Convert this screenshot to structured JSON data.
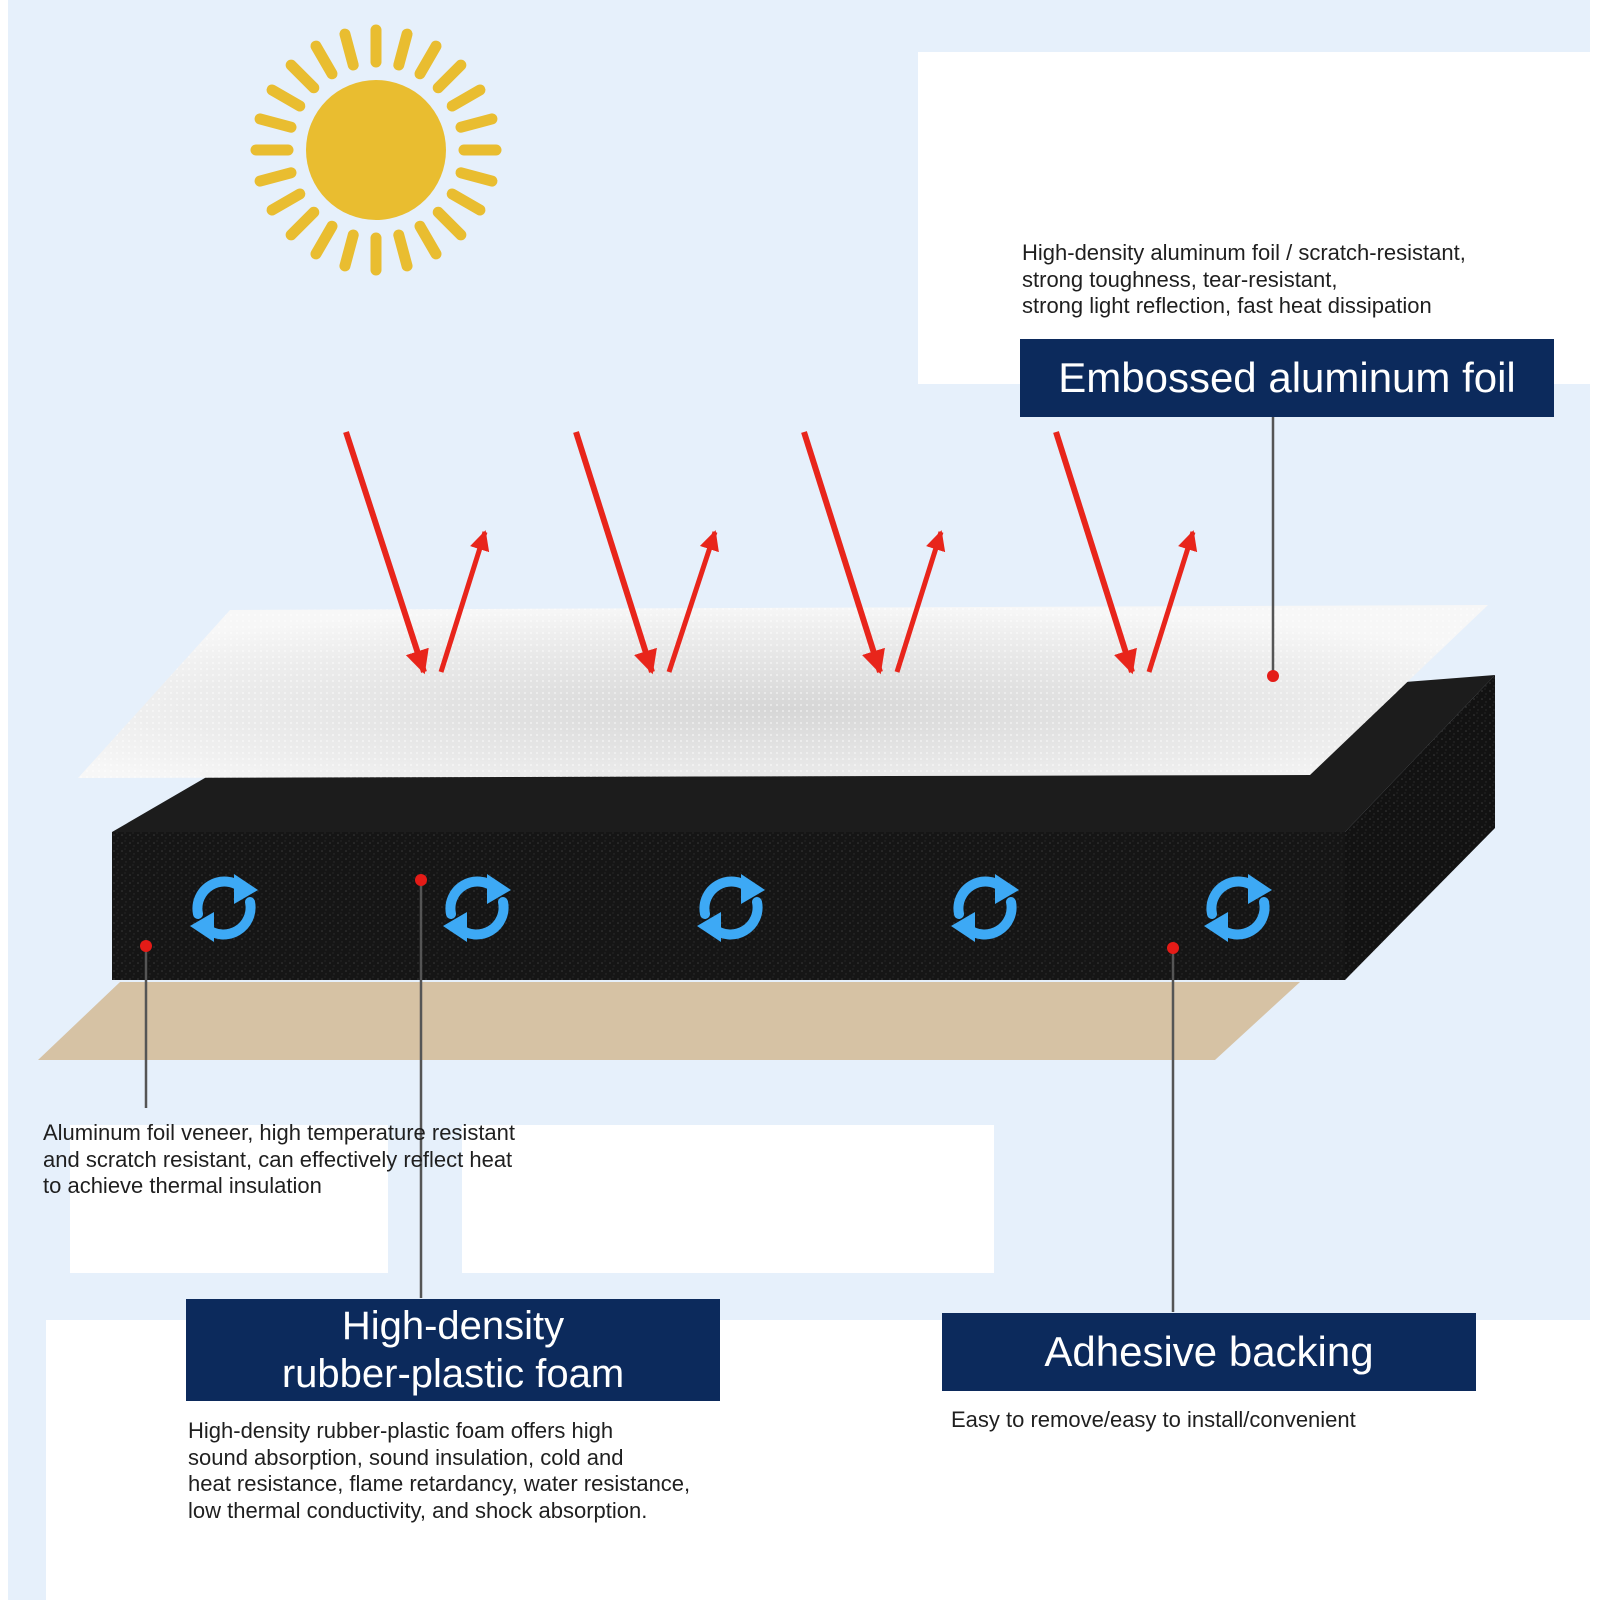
{
  "colors": {
    "sky": "#e6f0fb",
    "label_bg": "#0c2a5c",
    "arrow": "#e8251b",
    "sun": "#e9bd30",
    "foam": "#151515",
    "backing": "#d6c2a4",
    "cycle_icon": "#3da9f5",
    "marker": "#e41b17",
    "leader_line": "#555555"
  },
  "icons": {
    "sun": "sun-icon",
    "rays": "red-arrow-icon",
    "cycle": "refresh-cycle-icon"
  },
  "labels": {
    "foil": {
      "title": "Embossed aluminum foil",
      "description": [
        "High-density aluminum foil / scratch-resistant,",
        "strong toughness, tear-resistant,",
        "strong light reflection, fast heat dissipation"
      ]
    },
    "veneer": {
      "description": [
        "Aluminum foil veneer, high temperature resistant",
        "and scratch resistant, can effectively reflect heat",
        "to achieve thermal insulation"
      ]
    },
    "foam": {
      "title": [
        "High-density",
        "rubber-plastic foam"
      ],
      "description": [
        "High-density rubber-plastic foam offers high",
        "sound absorption, sound insulation, cold and",
        "heat resistance, flame retardancy, water resistance,",
        "low thermal conductivity, and shock absorption."
      ]
    },
    "adhesive": {
      "title": "Adhesive backing",
      "description": [
        "Easy to remove/easy to install/convenient"
      ]
    }
  }
}
